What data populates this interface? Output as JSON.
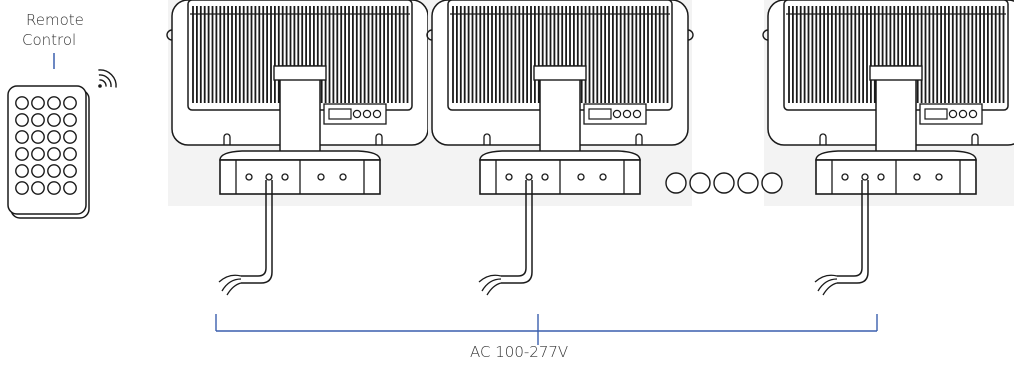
{
  "remote": {
    "label_line1": "Remote",
    "label_line2": "Control",
    "button_rows": 6,
    "button_cols": 4
  },
  "fixtures": [
    {
      "name": "fixture-1"
    },
    {
      "name": "fixture-2"
    },
    {
      "name": "fixture-3"
    }
  ],
  "continuation_circles": 5,
  "power": {
    "label": "AC 100-277V",
    "bracket_color": "#3a5fad"
  },
  "colors": {
    "line": "#1a1a1a",
    "panel_bg": "#f3f3f3",
    "text": "#333333"
  }
}
